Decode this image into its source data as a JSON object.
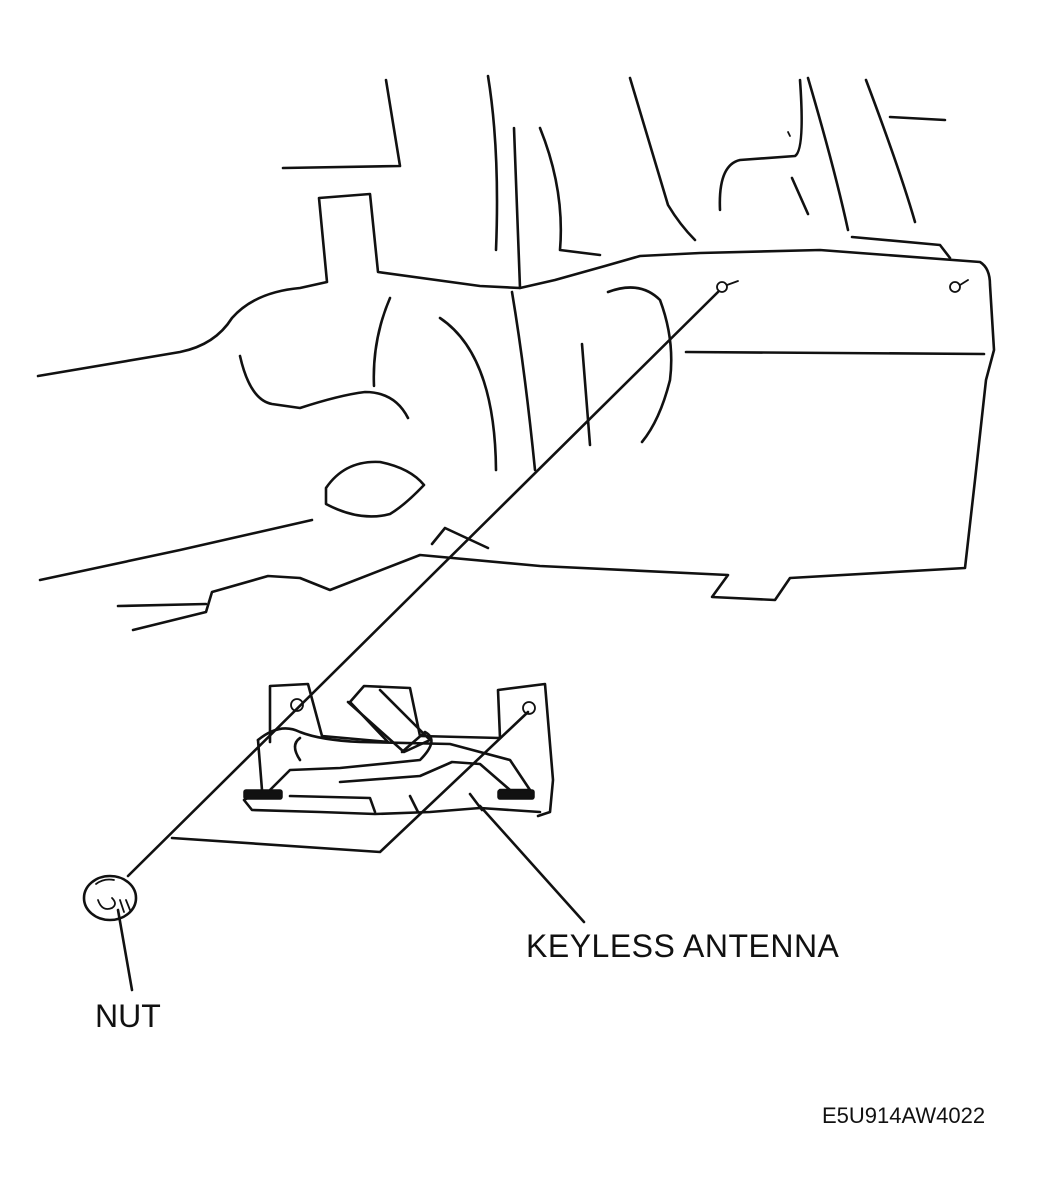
{
  "labels": {
    "keyless_antenna": "KEYLESS ANTENNA",
    "nut": "NUT",
    "figure_code": "E5U914AW4022"
  },
  "colors": {
    "line": "#111111",
    "background": "#ffffff"
  }
}
